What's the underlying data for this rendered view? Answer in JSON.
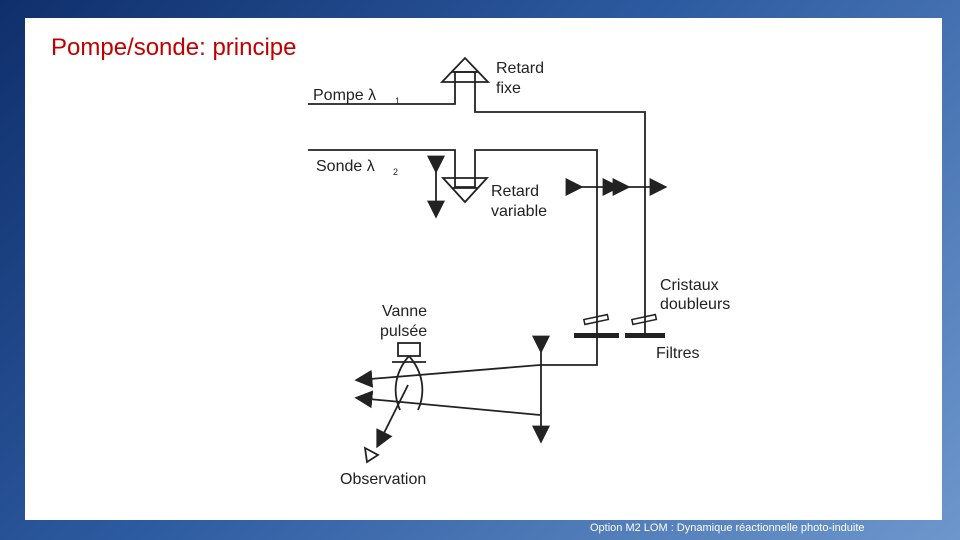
{
  "slide": {
    "title": "Pompe/sonde: principe",
    "footer": "Option M2 LOM : Dynamique réactionnelle photo-induite"
  },
  "diagram": {
    "pump_label": "Pompe λ",
    "pump_sub": "1",
    "probe_label": "Sonde λ",
    "probe_sub": "2",
    "fixed_delay_label_1": "Retard",
    "fixed_delay_label_2": "fixe",
    "variable_delay_label_1": "Retard",
    "variable_delay_label_2": "variable",
    "crystals_label_1": "Cristaux",
    "crystals_label_2": "doubleurs",
    "filters_label": "Filtres",
    "valve_label_1": "Vanne",
    "valve_label_2": "pulsée",
    "observation_label": "Observation"
  },
  "colors": {
    "background": "#2d5ba1",
    "title": "#c00000",
    "line": "#222222"
  }
}
